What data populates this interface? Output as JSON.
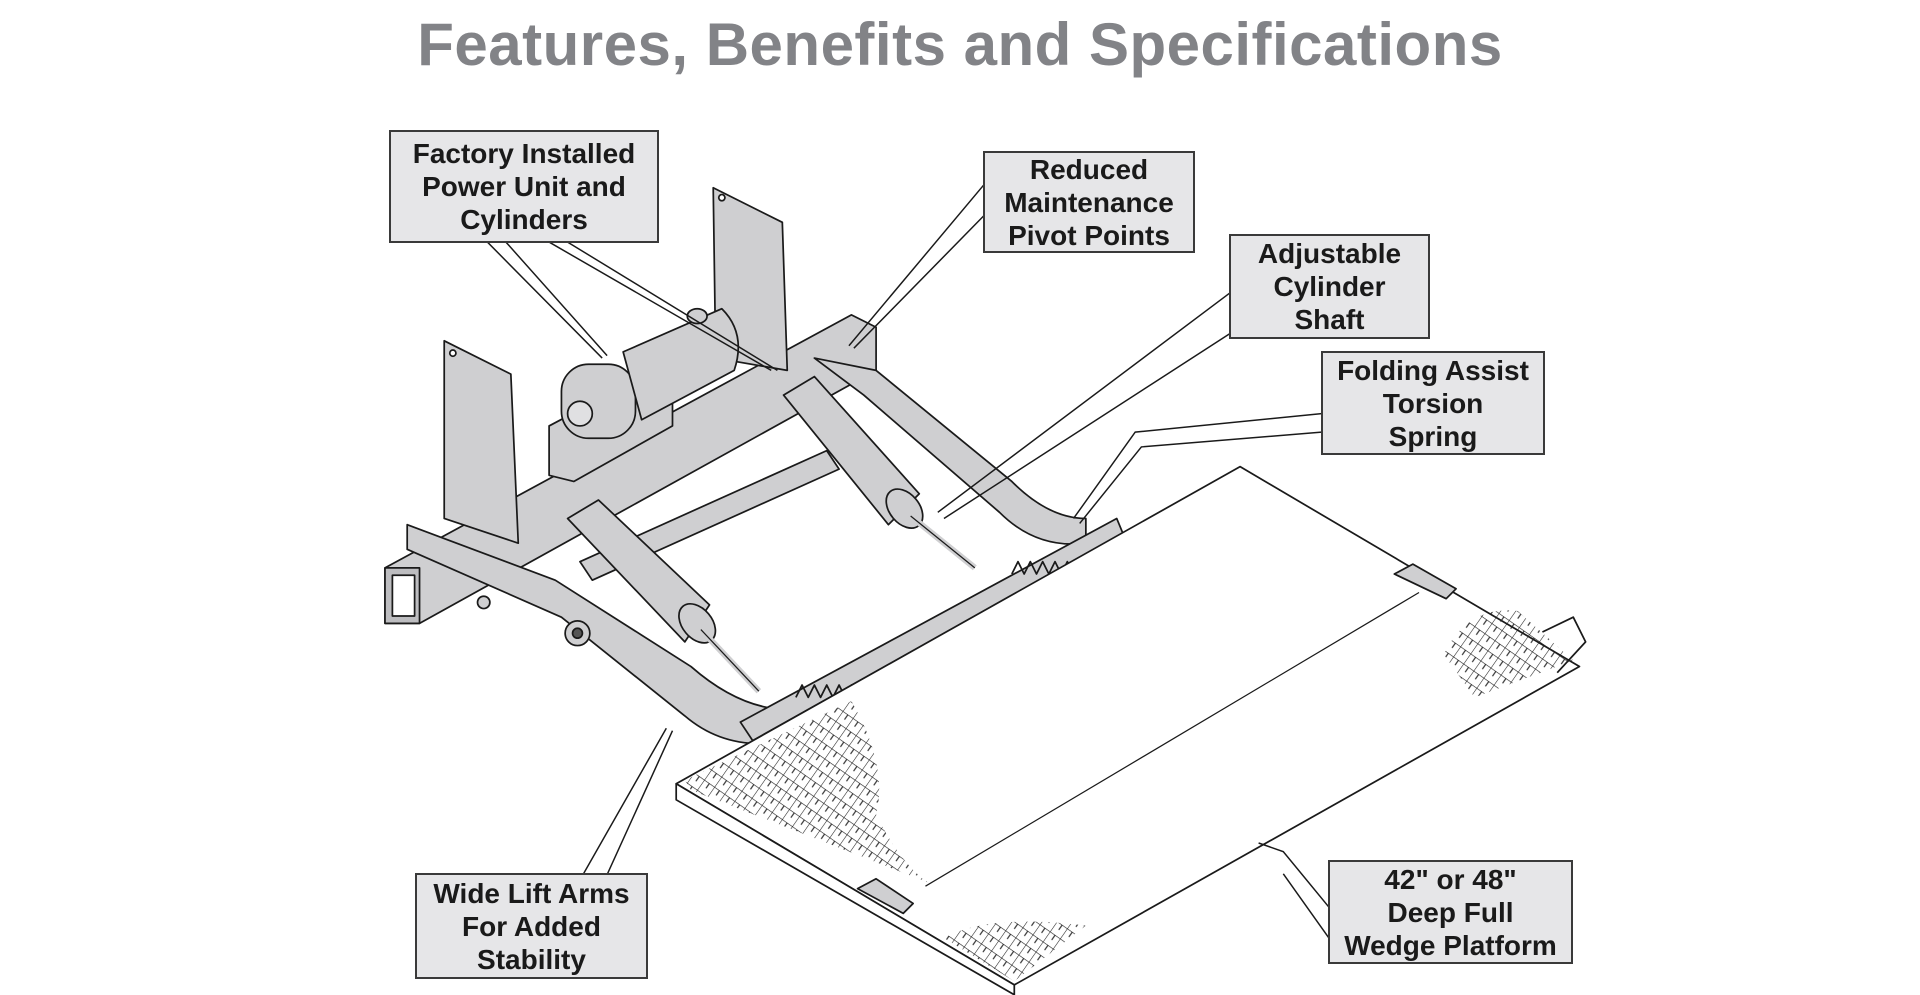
{
  "title": "Features, Benefits and Specifications",
  "colors": {
    "title": "#828387",
    "callout_fill": "#e6e6e8",
    "callout_border": "#3a3a3a",
    "part_fill": "#cfcfd1",
    "line": "#1a1a1a"
  },
  "callouts": [
    {
      "id": "power-unit",
      "lines": [
        "Factory Installed",
        "Power Unit and",
        "Cylinders"
      ]
    },
    {
      "id": "pivot-points",
      "lines": [
        "Reduced",
        "Maintenance",
        "Pivot Points"
      ]
    },
    {
      "id": "cylinder-shaft",
      "lines": [
        "Adjustable",
        "Cylinder",
        "Shaft"
      ]
    },
    {
      "id": "torsion-spring",
      "lines": [
        "Folding Assist",
        "Torsion",
        "Spring"
      ]
    },
    {
      "id": "lift-arms",
      "lines": [
        "Wide Lift Arms",
        "For Added",
        "Stability"
      ]
    },
    {
      "id": "wedge-platform",
      "lines": [
        "42\" or 48\"",
        "Deep Full",
        "Wedge Platform"
      ]
    }
  ]
}
